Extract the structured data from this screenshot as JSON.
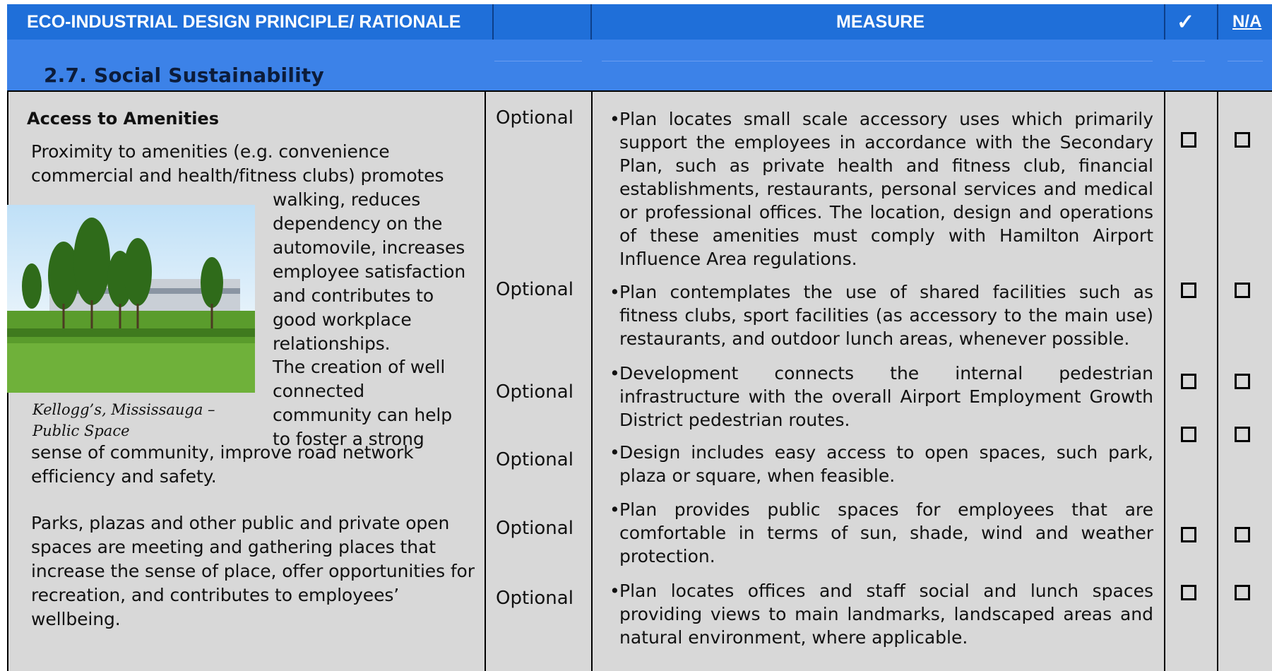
{
  "header": {
    "col1": "ECO-INDUSTRIAL DESIGN PRINCIPLE/ RATIONALE",
    "col2": "MEASURE",
    "col3_icon": "checkmark-icon",
    "col3": "✓",
    "col4": "N/A"
  },
  "section": {
    "title": "2.7.  Social Sustainability"
  },
  "principle": {
    "heading": "Access to Amenities",
    "intro": "Proximity to amenities (e.g. convenience commercial and health/fitness clubs) promotes",
    "wrap_lines": [
      "walking, reduces",
      "dependency on the",
      "automovile, increases",
      "employee satisfaction",
      "and contributes to",
      "good workplace",
      "relationships.",
      "The creation of well",
      "connected",
      "community can help",
      "to foster a strong"
    ],
    "after": "sense of community, improve road network efficiency and safety.",
    "para2": "Parks, plazas and other public and private open spaces are meeting and gathering places that increase the sense of place, offer opportunities for recreation, and contributes to employees’ wellbeing.",
    "caption_line1": "Kellogg’s, Mississauga –",
    "caption_line2": "Public Space"
  },
  "measures": [
    {
      "status": "Optional",
      "text": "Plan locates small scale accessory uses which primarily support the employees in accordance with the Secondary Plan, such as private health and fitness club, financial establishments, restaurants, personal services and medical or professional offices.  The location, design and operations of these amenities must comply with Hamilton Airport Influence Area regulations."
    },
    {
      "status": "Optional",
      "text": "Plan contemplates the use of shared facilities such as fitness clubs, sport facilities (as accessory to the main use) restaurants, and outdoor lunch areas, whenever possible."
    },
    {
      "status": "Optional",
      "text": "Development connects the internal pedestrian infrastructure with the overall Airport Employment Growth District pedestrian routes."
    },
    {
      "status": "Optional",
      "text": "Design includes easy access to open spaces, such park, plaza or square, when feasible."
    },
    {
      "status": "Optional",
      "text": "Plan provides public spaces for employees that are comfortable in terms of sun, shade, wind and weather protection."
    },
    {
      "status": "Optional",
      "text": "Plan locates offices and staff social and lunch spaces providing views to main landmarks, landscaped areas and natural environment, where applicable."
    }
  ],
  "bullet_char": "•",
  "colors": {
    "header_bg": "#1f6fd9",
    "band_bg": "#3c82e8",
    "body_bg": "#d8d8d8"
  }
}
